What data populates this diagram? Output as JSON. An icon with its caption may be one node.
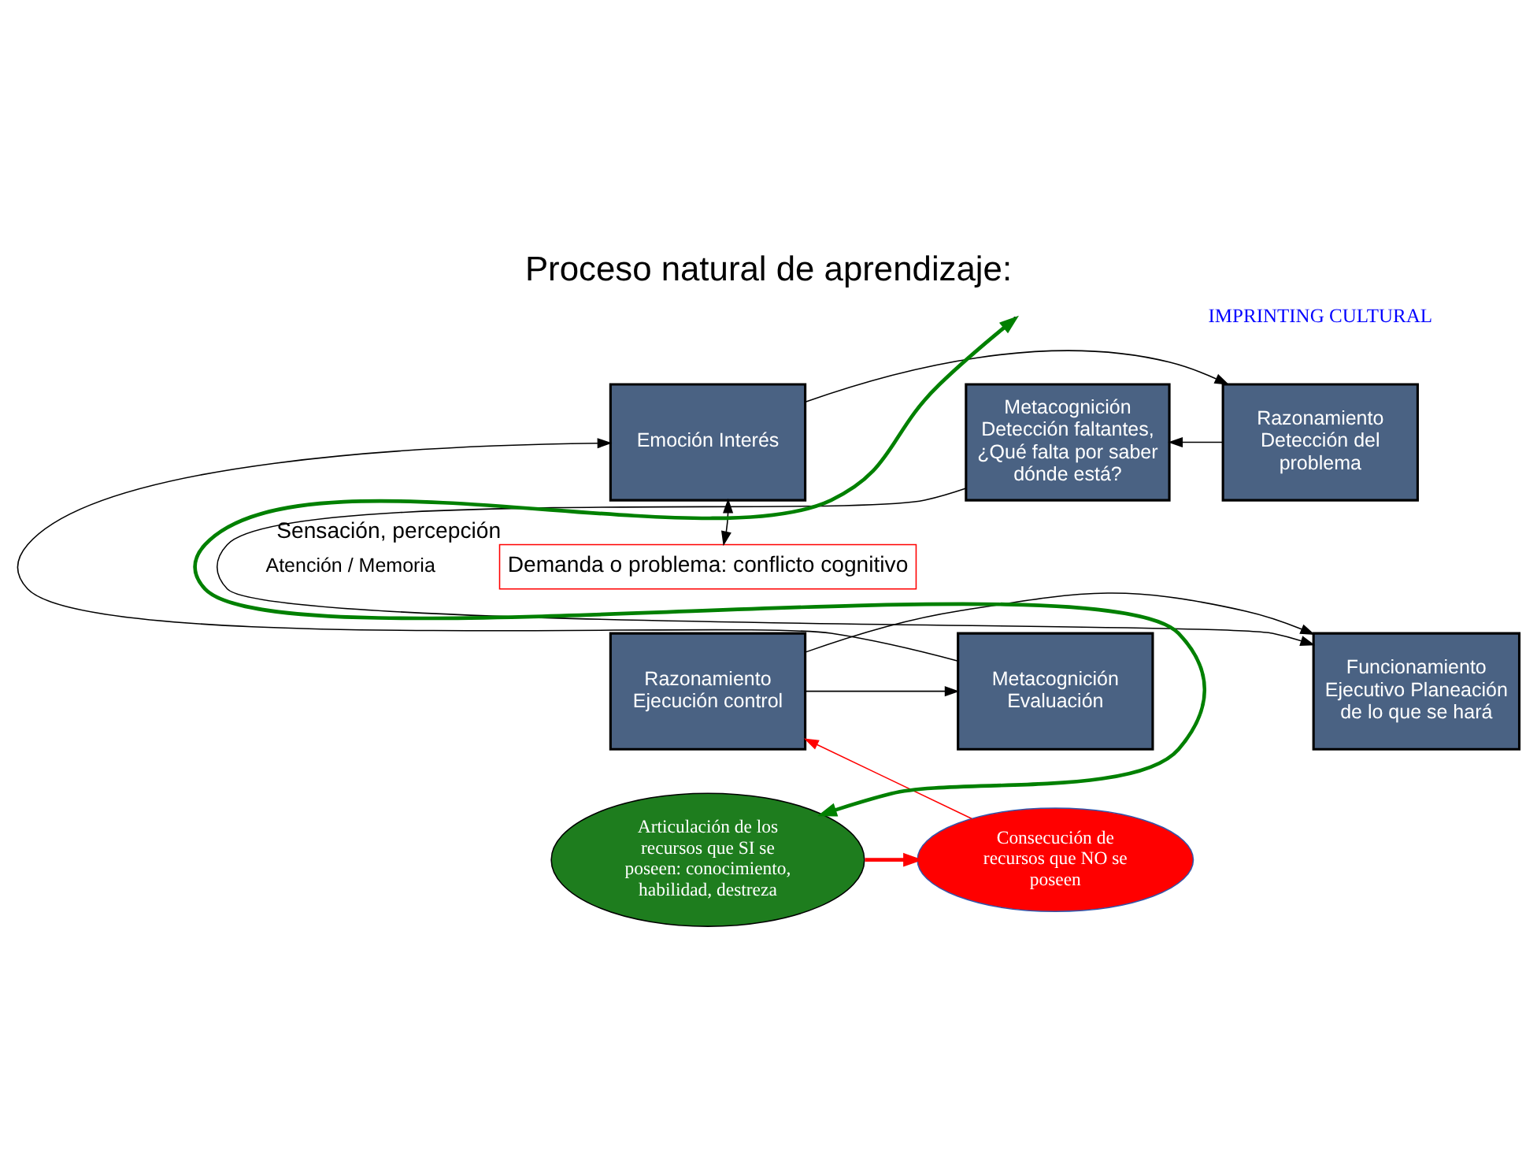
{
  "diagram": {
    "title": "Proceso natural de aprendizaje:",
    "nodes": [
      {
        "text": [
          "Emoción Interés"
        ]
      },
      {
        "text": [
          "Razonamiento Detección del problema"
        ]
      },
      {
        "text": [
          "Metacognición Detección faltantes, ¿Qué falta por saber dónde está?"
        ]
      },
      {
        "text": [
          "Demanda o problema: conflicto cognitivo"
        ],
        "beside": [
          "Sensación, percepción"
        ]
      },
      {
        "text": [
          "Metacognición Evaluación"
        ]
      },
      {
        "text": [
          "Razonamiento Ejecución control"
        ]
      },
      {
        "text": [
          "Funcionamiento Ejecutivo Planeación de lo que se hará"
        ]
      },
      {
        "text": [
          "Consecución de recursos que NO se poseen"
        ]
      },
      {
        "text": [
          "Articulación de los recursos que SI se poseen: conocimiento, habilidad, destreza"
        ]
      }
    ],
    "edges": [
      {
        "from": 0,
        "to": 1,
        "arrow": "to"
      },
      {
        "from": 1,
        "to": 2,
        "arrow": "to"
      },
      {
        "from": 2,
        "to": 6,
        "arrow": "to"
      },
      {
        "from": 0,
        "to": 3,
        "arrow": "both"
      },
      {
        "from": 4,
        "to": 0,
        "arrow": "to"
      },
      {
        "from": 5,
        "to": 4,
        "arrow": "to"
      },
      {
        "from": 5,
        "to": 6,
        "arrow": "to"
      },
      {
        "from": 7,
        "to": 5,
        "arrow": "to",
        "color": "#ff0000"
      },
      {
        "from": 8,
        "to": 7,
        "arrow": "to",
        "color": "#ff0000",
        "style": "thick"
      },
      {
        "from": 8,
        "to": null,
        "arrow": "both",
        "color": "#008000",
        "style": "thick"
      }
    ],
    "labels": [
      "IMPRINTING CULTURAL",
      "Atención / Memoria"
    ]
  }
}
